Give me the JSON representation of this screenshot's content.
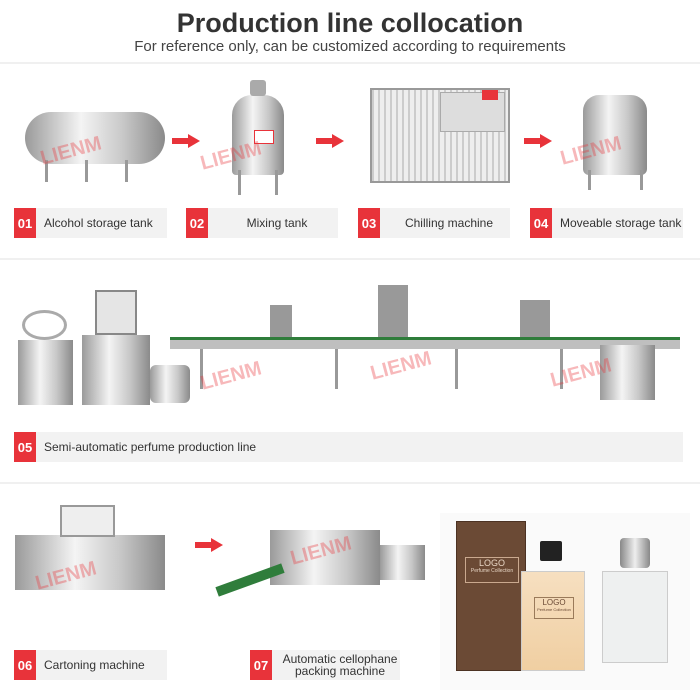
{
  "header": {
    "title": "Production line collocation",
    "subtitle": "For reference only, can be customized according to requirements"
  },
  "steps": [
    {
      "num": "01",
      "label": "Alcohol storage tank"
    },
    {
      "num": "02",
      "label": "Mixing tank"
    },
    {
      "num": "03",
      "label": "Chilling machine"
    },
    {
      "num": "04",
      "label": "Moveable storage tank"
    },
    {
      "num": "05",
      "label": "Semi-automatic perfume production line"
    },
    {
      "num": "06",
      "label": "Cartoning machine"
    },
    {
      "num": "07",
      "label": "Automatic cellophane packing machine"
    }
  ],
  "watermark": "LIENM",
  "product": {
    "box_logo": "LOGO",
    "box_text": "Perfume Collection",
    "bottle_logo": "LOGO",
    "bottle_text": "Perfume Collection"
  },
  "colors": {
    "accent": "#e8333a",
    "label_bg": "#f2f2f2"
  }
}
